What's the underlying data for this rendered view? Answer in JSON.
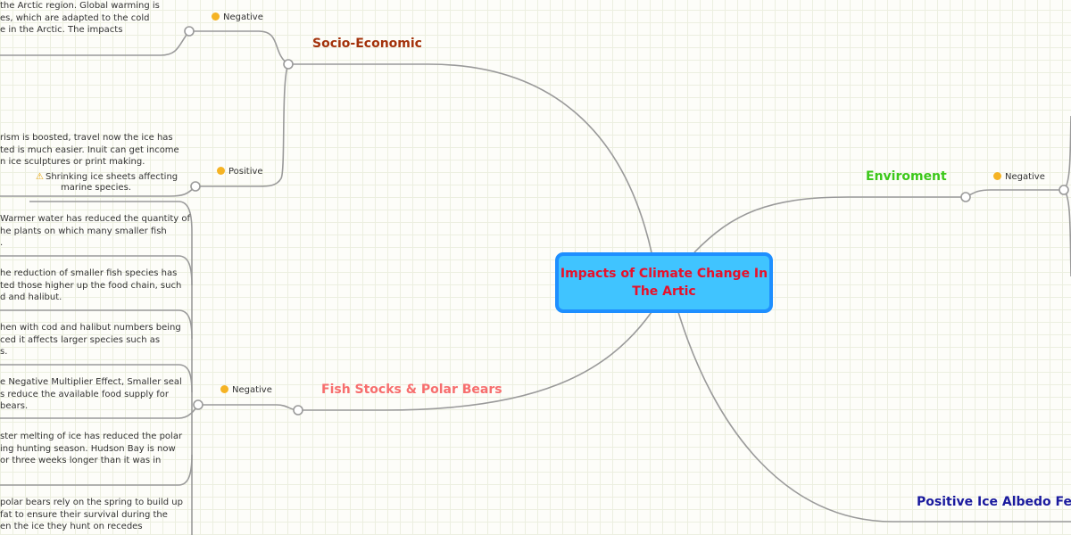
{
  "root": {
    "title": "Impacts of Climate Change In The Artic"
  },
  "topics": {
    "socio": {
      "label": "Socio-Economic",
      "color": "#a3320b",
      "negative": {
        "label": "Negative",
        "lines": [
          "the Arctic region. Global warming is",
          "es, which are adapted to the cold",
          "e in the Arctic. The impacts"
        ]
      },
      "positive": {
        "label": "Positive",
        "lines": [
          "rism is boosted, travel now the ice has",
          "ted is much easier. Inuit can get income",
          "n ice sculptures or print making."
        ],
        "note": {
          "icon": "warning-icon",
          "lines": [
            "Shrinking ice sheets affecting",
            "marine species."
          ]
        }
      }
    },
    "fish": {
      "label": "Fish Stocks & Polar Bears",
      "color": "#f76e6e",
      "negative": {
        "label": "Negative",
        "items": [
          [
            "Warmer water has reduced the quantity of",
            "he plants on which many smaller fish",
            "."
          ],
          [
            "he reduction of smaller fish species has",
            "ted those higher up the food chain, such",
            "d and halibut."
          ],
          [
            "hen with cod and halibut numbers being",
            "ced it affects larger species such as",
            "s."
          ],
          [
            "e Negative Multiplier Effect, Smaller seal",
            "s reduce the available food supply for",
            "bears."
          ],
          [
            "ster melting of ice has reduced the polar",
            "ing hunting season. Hudson Bay is now",
            "or three weeks longer than it was in"
          ],
          [
            "polar bears rely on the spring to build up",
            "fat to ensure their survival during the",
            "en the ice they hunt on recedes"
          ]
        ]
      }
    },
    "env": {
      "label": "Enviroment",
      "color": "#3cc81a",
      "negative": {
        "label": "Negative"
      }
    },
    "albedo": {
      "label": "Positive Ice Albedo Fee",
      "color": "#1a1a9e"
    }
  }
}
